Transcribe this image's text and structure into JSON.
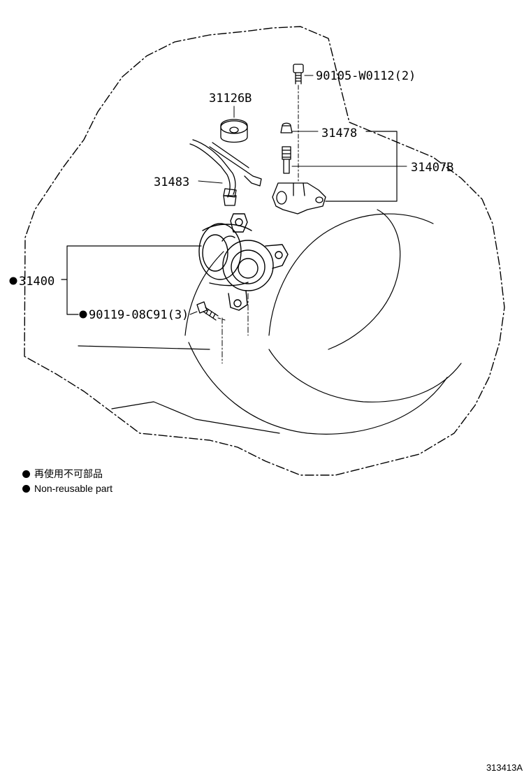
{
  "parts": {
    "p90105": "90105-W0112(2)",
    "p31126B": "31126B",
    "p31478": "31478",
    "p31407B": "31407B",
    "p31483": "31483",
    "p31400": "31400",
    "p90119": "90119-08C91(3)"
  },
  "legend": {
    "japanese": "再使用不可部品",
    "english": "Non-reusable part"
  },
  "figure_code": "313413A",
  "colors": {
    "ink": "#000000",
    "paper": "#ffffff"
  }
}
